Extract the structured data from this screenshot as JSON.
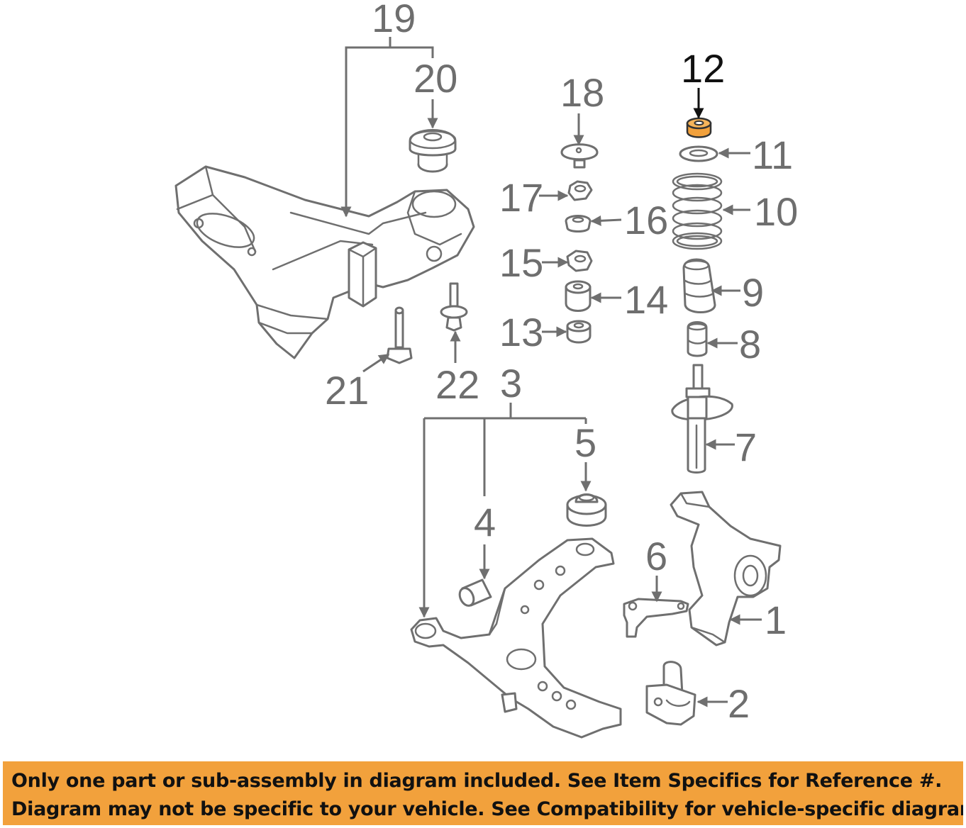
{
  "diagram": {
    "highlight_color": "#f2a13c",
    "line_color": "#6f6f6f",
    "labels": {
      "p1": "1",
      "p2": "2",
      "p3": "3",
      "p4": "4",
      "p5": "5",
      "p6": "6",
      "p7": "7",
      "p8": "8",
      "p9": "9",
      "p10": "10",
      "p11": "11",
      "p12": "12",
      "p13": "13",
      "p14": "14",
      "p15": "15",
      "p16": "16",
      "p17": "17",
      "p18": "18",
      "p19": "19",
      "p20": "20",
      "p21": "21",
      "p22": "22"
    },
    "highlighted_part": "12"
  },
  "notice": {
    "line1": "Only one part or sub-assembly in diagram included. See Item Specifics for Reference #.",
    "line2": "Diagram may not be specific to your vehicle. See Compatibility for vehicle-specific diagrams.",
    "background": "#f2a13c"
  }
}
